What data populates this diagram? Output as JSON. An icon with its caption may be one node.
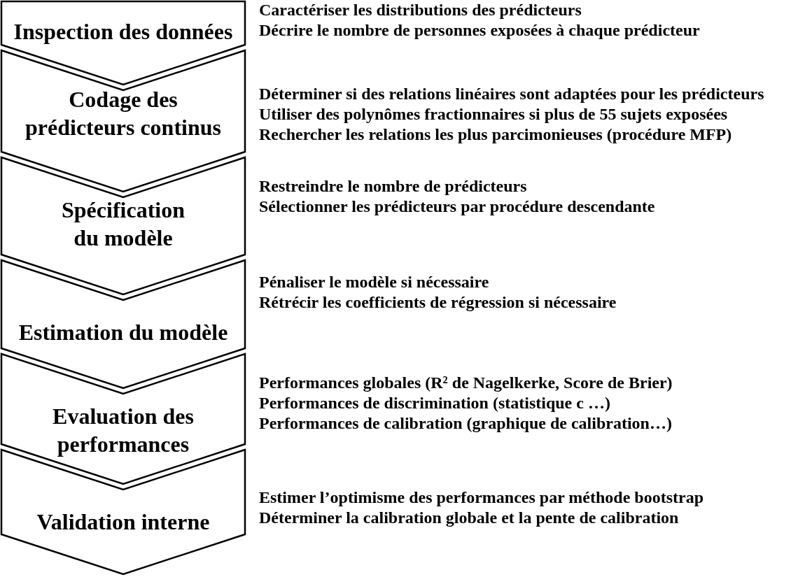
{
  "diagram": {
    "nodes": [
      {
        "text": [
          "Inspection des données"
        ],
        "beside": [
          "Caractériser les distributions des prédicteurs",
          "Décrire le nombre de personnes exposées à chaque prédicteur"
        ]
      },
      {
        "text": [
          "Codage des prédicteurs continus"
        ],
        "beside": [
          "Déterminer si des relations linéaires sont adaptées pour les prédicteurs",
          "Utiliser des polynômes fractionnaires si plus de 55 sujets exposées",
          "Rechercher les relations les plus parcimonieuses (procédure MFP)"
        ]
      },
      {
        "text": [
          "Spécification du modèle"
        ],
        "beside": [
          "Restreindre le nombre de prédicteurs",
          "Sélectionner les prédicteurs par procédure descendante"
        ]
      },
      {
        "text": [
          "Estimation du modèle"
        ],
        "beside": [
          "Pénaliser le modèle si nécessaire",
          "Rétrécir les coefficients de régression si nécessaire"
        ]
      },
      {
        "text": [
          "Evaluation des performances"
        ],
        "beside": [
          "Performances globales (R² de Nagelkerke, Score de Brier)",
          "Performances de discrimination (statistique c …)",
          "Performances de calibration (graphique de calibration…)"
        ]
      },
      {
        "text": [
          "Validation interne"
        ],
        "beside": [
          "Estimer l’optimisme des performances par méthode bootstrap",
          "Déterminer la calibration globale et la pente de calibration"
        ]
      }
    ]
  }
}
